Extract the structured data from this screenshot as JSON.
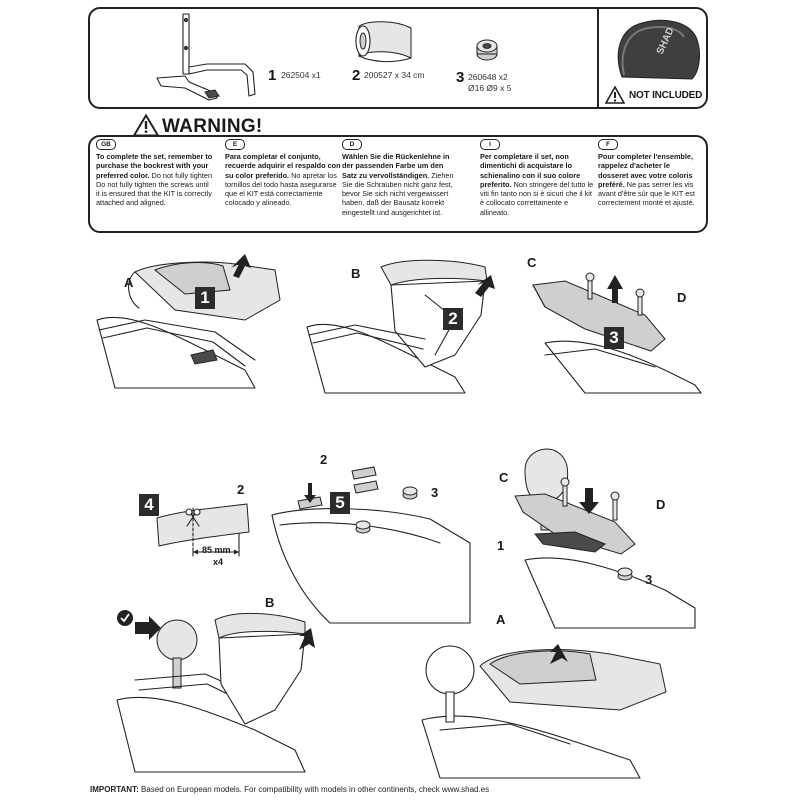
{
  "parts": [
    {
      "num": "1",
      "code": "262504 x1"
    },
    {
      "num": "2",
      "code": "200527 x 34 cm"
    },
    {
      "num": "3",
      "code": "260648 x2",
      "dims": "Ø16 Ø9 x 5"
    }
  ],
  "not_included": "NOT INCLUDED",
  "backrest_brand": "SHAD",
  "warning": {
    "title": "WARNING!",
    "languages": [
      {
        "badge": "GB",
        "bold": "To complete the set, remember to purchase the bockrest with your preferred color.",
        "text": " Do not fully tighten Do not fully tighten the screws until it is ensured that the KIT is correctly attached and aligned."
      },
      {
        "badge": "E",
        "bold": "Para completar el conjunto, recuerde adquirir el respaldo con su color preferido.",
        "text": " No apretar los tornillos del todo hasta asegurarse que el KIT está correctamente colocado y alineado."
      },
      {
        "badge": "D",
        "bold": "Wählen Sie die Rückenlehne in der passenden Farbe um den Satz zu vervollständigen.",
        "text": " Ziehen Sie die Schrauben nicht ganz fest, bevor Sie sich nicht vergewissert haben, daß der Bausatz korrekt eingestellt und ausgerichtet ist."
      },
      {
        "badge": "I",
        "bold": "Per completare il set, non dimentichi di acquistare lo schienalino con il suo colore preferito.",
        "text": " Non stringere del tutto le viti fin tanto non si è sicuri che il kit è collocato correttamente e allineato."
      },
      {
        "badge": "F",
        "bold": "Pour completer l'ensemble, rappelez d'acheter le dosseret avec votre coloris preféré.",
        "text": " Ne pas serrer les vis avant d'être sûr que le KIT est correctement monté et ajusté."
      }
    ]
  },
  "steps": [
    "1",
    "2",
    "3",
    "4",
    "5"
  ],
  "labels": {
    "A": "A",
    "B": "B",
    "C": "C",
    "D": "D",
    "num1": "1",
    "num2": "2",
    "num3": "3"
  },
  "cut": {
    "length": "85 mm",
    "qty": "x4"
  },
  "footer": {
    "bold": "IMPORTANT:",
    "text": " Based on European models. For compatibility with models in other continents, check www.shad.es"
  }
}
